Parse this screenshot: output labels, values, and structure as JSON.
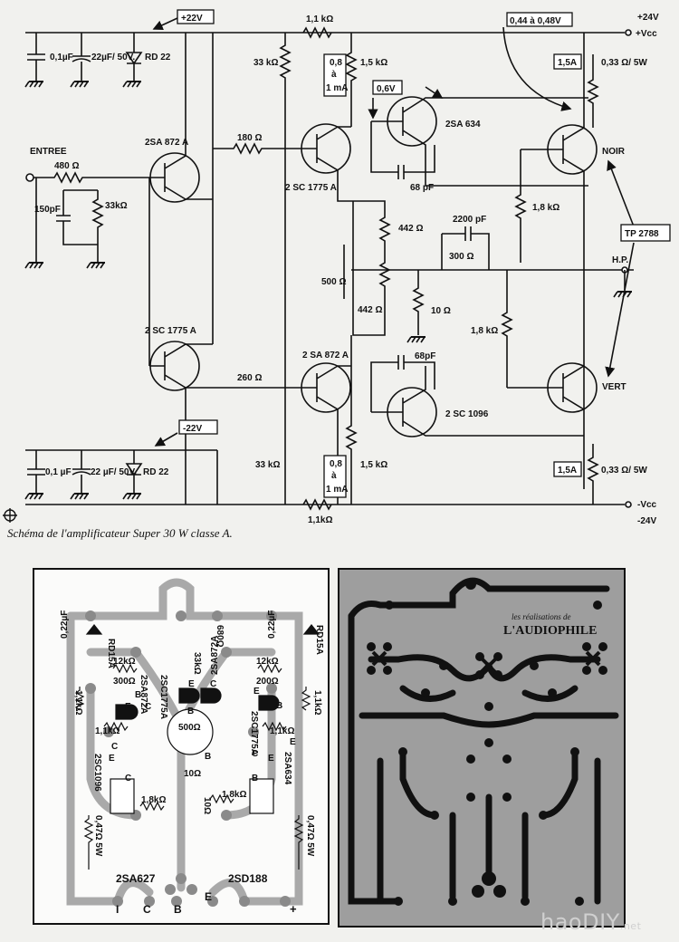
{
  "schematic": {
    "caption": "Schéma de l'amplificateur Super 30 W classe A.",
    "rails": {
      "pos_box": "+22V",
      "neg_box": "-22V",
      "pos_supply": "+24V",
      "pos_vcc": "+Vcc",
      "neg_vcc": "-Vcc",
      "neg_supply": "-24V",
      "bias_box": "0,44 à 0,48V"
    },
    "input": {
      "label": "ENTREE",
      "r_series": "480 Ω",
      "c_shunt": "150pF",
      "r_shunt": "33kΩ"
    },
    "top_filter": {
      "c1": "0,1µF",
      "c2": "22µF/ 50V.",
      "zener": "RD 22"
    },
    "bottom_filter": {
      "c1": "0,1 µF",
      "c2": "22 µF/ 50V.",
      "zener": "RD 22"
    },
    "transistors": {
      "q_in_top": "2SA 872 A",
      "q_in_bot": "2 SC 1775 A",
      "q_mid_top": "2 SC 1775 A",
      "q_mid_bot": "2 SA 872 A",
      "q_drv_top": "2SA 634",
      "q_drv_bot": "2 SC 1096",
      "q_out_top": "NOIR",
      "q_out_bot": "VERT",
      "q_out_type": "TP 2788"
    },
    "resistors": {
      "r_top_feed": "1,1 kΩ",
      "r_top_left": "33 kΩ",
      "r_top_right": "1,5 kΩ",
      "r_link_top": "180 Ω",
      "r_link_bot": "260 Ω",
      "r_442_top": "442 Ω",
      "r_442_bot": "442 Ω",
      "pot": "500 Ω",
      "r_10": "10 Ω",
      "r_fb": "300 Ω",
      "c_fb": "2200 pF",
      "r_18_top": "1,8 kΩ",
      "r_18_bot": "1,8 kΩ",
      "r_bot_left": "33 kΩ",
      "r_bot_right": "1,5 kΩ",
      "r_bot_feed": "1,1kΩ",
      "r_emit_top": "0,33 Ω/ 5W",
      "r_emit_bot": "0,33 Ω/ 5W",
      "c_drv_top": "68 pF",
      "c_drv_bot": "68pF"
    },
    "current_boxes": {
      "top": [
        "0,8",
        "à",
        "1 mA"
      ],
      "bot": [
        "0,8",
        "à",
        "1 mA"
      ],
      "out_top": "1,5A",
      "out_bot": "1,5A"
    },
    "volt_box": "0,6V",
    "output": "H.P."
  },
  "pcb_components": {
    "zener_l": "RD15A",
    "zener_r": "RD15A",
    "cap_l": "0,22µF",
    "cap_r": "0,22µF",
    "r_33k": "33kΩ",
    "r_680": "680Ω",
    "r_12k_l": "12kΩ",
    "r_12k_r": "12kΩ",
    "r_300_l": "300Ω",
    "r_300_r": "200Ω",
    "r_11k_l": "1,1kΩ",
    "r_11k_r": "1,1kΩ",
    "r_11k_l2": "1,1kΩ",
    "r_11k_r2": "1,1kΩ",
    "q_l1": "2SC1775A",
    "q_l2": "2SA872A",
    "q_r1": "2SA872A",
    "q_r2": "2SC1775A",
    "pot": "500Ω",
    "r_10": "10Ω",
    "r_18k_l": "1,8kΩ",
    "r_18k_r": "1,8kΩ",
    "r_10b": "10Ω",
    "q_drv_l": "2SC1096",
    "q_drv_r": "2SA634",
    "r_em_l": "0,47Ω 5W",
    "r_em_r": "0,47Ω 5W",
    "out_l": "2SA627",
    "out_r": "2SD188",
    "pins": [
      "E",
      "B",
      "C",
      "E",
      "B",
      "C",
      "B",
      "E",
      "B",
      "C",
      "E",
      "E",
      "B",
      "C",
      "C",
      "E"
    ],
    "term_l": "I",
    "term_m": "C",
    "term_b": "B",
    "term_e": "E",
    "term_plus": "+"
  },
  "pcb_traces": {
    "brand_top": "les réalisations de",
    "brand_main": "L'AUDIOPHILE"
  },
  "watermark": {
    "main": "haoDIY",
    "sub": ".net"
  }
}
